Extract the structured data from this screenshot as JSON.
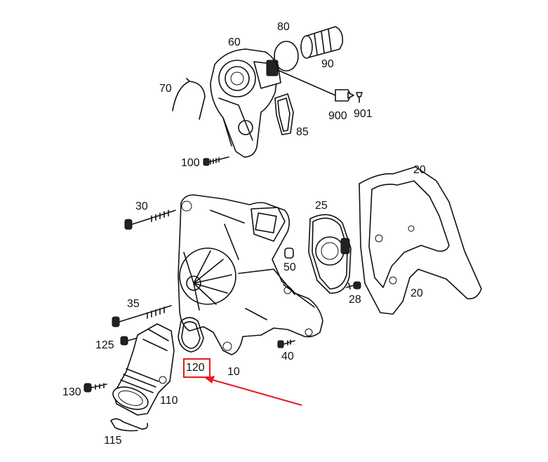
{
  "labels": {
    "p10": "10",
    "p20": "20",
    "p25": "25",
    "p28": "28",
    "p30": "30",
    "p35": "35",
    "p40": "40",
    "p50": "50",
    "p60": "60",
    "p70": "70",
    "p80": "80",
    "p85": "85",
    "p90": "90",
    "p100": "100",
    "p110": "110",
    "p115": "115",
    "p120": "120",
    "p125": "125",
    "p130": "130",
    "p900": "900",
    "p901": "901"
  },
  "highlight": {
    "part": "120",
    "color": "#e8191e"
  }
}
